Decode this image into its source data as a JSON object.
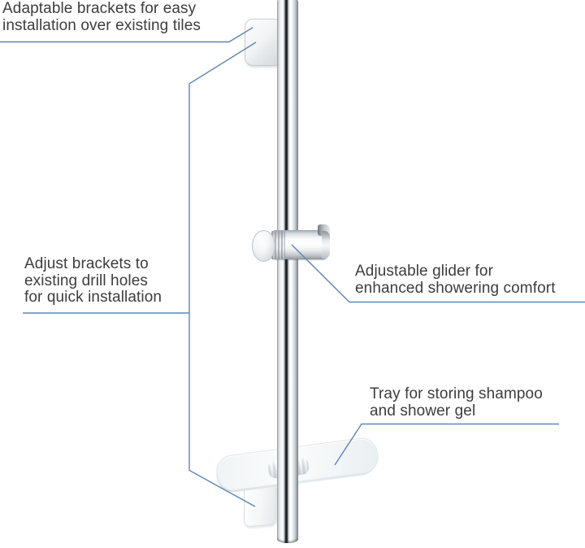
{
  "colors": {
    "background": "#ffffff",
    "leader_line": "#5d87b2",
    "text": "#3d3d3d"
  },
  "annotations": {
    "brackets_top": {
      "lines": [
        "Adaptable brackets for easy",
        "installation over existing tiles"
      ]
    },
    "brackets_adjust": {
      "lines": [
        "Adjust brackets to",
        "existing drill holes",
        "for quick installation"
      ]
    },
    "glider": {
      "lines": [
        "Adjustable glider for",
        "enhanced showering comfort"
      ]
    },
    "tray": {
      "lines": [
        "Tray for storing shampoo",
        "and shower gel"
      ]
    }
  }
}
